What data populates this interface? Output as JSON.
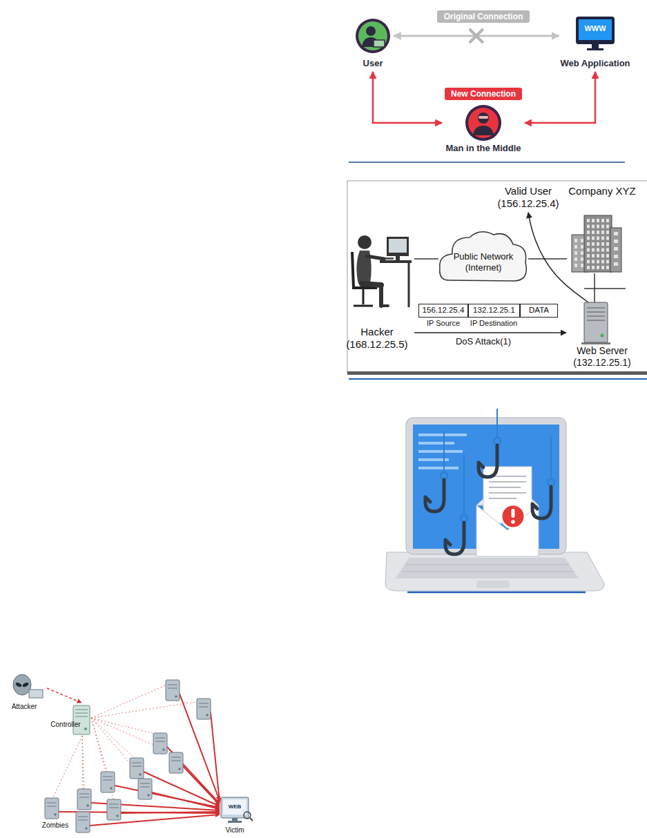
{
  "diagram": {
    "nodes": [
      {
        "text": [
          "User"
        ]
      },
      {
        "text": [
          "WWW",
          "Web Application"
        ]
      },
      {
        "text": [
          "Man in the Middle"
        ]
      },
      {
        "text": [
          "Valid User (156.12.25.4)"
        ]
      },
      {
        "text": [
          "Company XYZ"
        ]
      },
      {
        "text": [
          "Public Network (Internet)"
        ]
      },
      {
        "text": [
          "Hacker (168.12.25.5)"
        ]
      },
      {
        "text": [
          "Web Server (132.12.25.1)"
        ]
      },
      {
        "text": [
          "156.12.25.4"
        ]
      },
      {
        "text": [
          "132.12.25.1"
        ]
      },
      {
        "text": [
          "DATA"
        ]
      },
      {
        "text": [
          "Attacker"
        ]
      },
      {
        "text": [
          "Controller"
        ]
      },
      {
        "text": [
          "WEB",
          "Victim"
        ]
      }
    ],
    "edges": [
      {
        "from": 0,
        "to": 1,
        "arrow": "both",
        "label": "Original Connection"
      },
      {
        "from": 0,
        "to": 2,
        "arrow": "both"
      },
      {
        "from": 2,
        "to": 1,
        "arrow": "both"
      },
      {
        "from": 6,
        "to": 5,
        "arrow": "none"
      },
      {
        "from": 5,
        "to": 4,
        "arrow": "none"
      },
      {
        "from": 4,
        "to": 7,
        "arrow": "none"
      },
      {
        "from": 6,
        "to": 7,
        "arrow": "to",
        "label": "DoS Attack(1)"
      },
      {
        "from": 7,
        "to": 3,
        "arrow": "to"
      },
      {
        "from": 11,
        "to": 12,
        "arrow": "to"
      }
    ],
    "labels": [
      "New Connection",
      "IP Source",
      "IP Destination",
      "Zombies"
    ]
  }
}
